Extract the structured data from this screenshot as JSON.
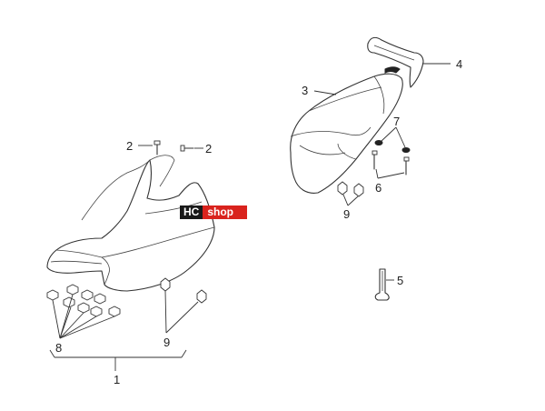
{
  "callouts": {
    "c1": "1",
    "c2a": "2",
    "c2b": "2",
    "c3": "3",
    "c4": "4",
    "c5": "5",
    "c6": "6",
    "c7": "7",
    "c8": "8",
    "c9a": "9",
    "c9b": "9"
  },
  "watermark": {
    "part_a": "HC",
    "part_b": "shop"
  },
  "colors": {
    "line": "#333333",
    "watermark_dark": "#1a1a1a",
    "watermark_red": "#d9231d"
  }
}
